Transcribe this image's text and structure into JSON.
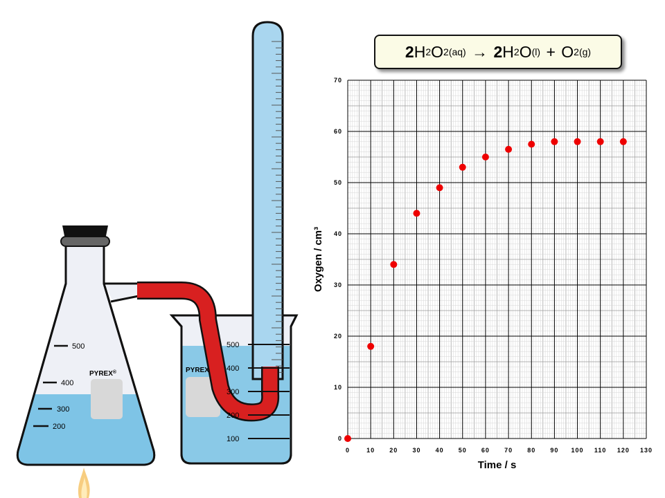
{
  "equation": {
    "lhs_coef": "2",
    "lhs_species": "H",
    "lhs_sub1": "2",
    "lhs_o": "O",
    "lhs_sub2": "2(aq)",
    "arrow": "→",
    "rhs1_coef": "2",
    "rhs1_species": "H",
    "rhs1_sub1": "2",
    "rhs1_o": "O",
    "rhs1_state": "(l)",
    "plus": "+",
    "rhs2_species": "O",
    "rhs2_sub": "2(g)"
  },
  "apparatus": {
    "flask_brand": "PYREX",
    "flask_brand_mark": "®",
    "flask_marks": [
      "500",
      "400",
      "300",
      "200"
    ],
    "beaker_brand": "PYREX",
    "beaker_brand_mark": "®",
    "beaker_marks": [
      "500",
      "400",
      "300",
      "200",
      "100"
    ],
    "colors": {
      "water": "#7ec4e6",
      "tube": "#d82020",
      "glass_outline": "#111111",
      "flame": "#f0a020"
    }
  },
  "chart_data": {
    "type": "scatter",
    "xlabel": "Time / s",
    "ylabel": "Oxygen / cm³",
    "xlim": [
      0,
      130
    ],
    "ylim": [
      0,
      70
    ],
    "x_ticks": [
      0,
      10,
      20,
      30,
      40,
      50,
      60,
      70,
      80,
      90,
      100,
      110,
      120,
      130
    ],
    "y_ticks": [
      0,
      10,
      20,
      30,
      40,
      50,
      60,
      70
    ],
    "grid": true,
    "marker_color": "#ee0000",
    "points": [
      {
        "x": 0,
        "y": 0
      },
      {
        "x": 10,
        "y": 18
      },
      {
        "x": 20,
        "y": 34
      },
      {
        "x": 30,
        "y": 44
      },
      {
        "x": 40,
        "y": 49
      },
      {
        "x": 50,
        "y": 53
      },
      {
        "x": 60,
        "y": 55
      },
      {
        "x": 70,
        "y": 56.5
      },
      {
        "x": 80,
        "y": 57.5
      },
      {
        "x": 90,
        "y": 58
      },
      {
        "x": 100,
        "y": 58
      },
      {
        "x": 110,
        "y": 58
      },
      {
        "x": 120,
        "y": 58
      }
    ]
  }
}
